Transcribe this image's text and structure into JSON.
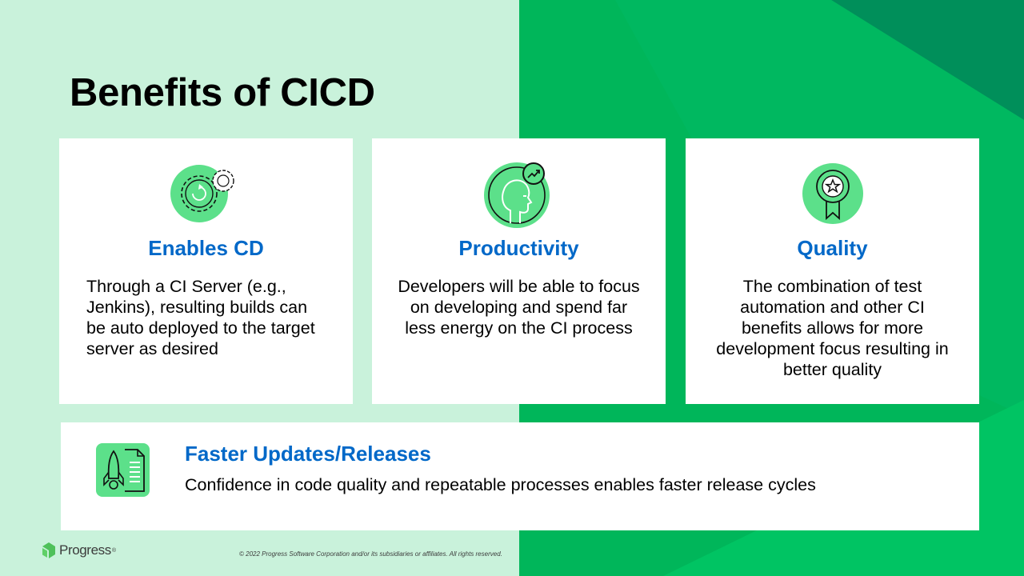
{
  "slide": {
    "title": "Benefits of CICD"
  },
  "cards": [
    {
      "icon": "gears-cycle-icon",
      "heading": "Enables CD",
      "text": "Through a CI Server (e.g., Jenkins), resulting builds can be auto deployed to the target server as desired"
    },
    {
      "icon": "head-growth-icon",
      "heading": "Productivity",
      "text": "Developers will be able to focus on developing and spend far less energy on the CI process"
    },
    {
      "icon": "award-ribbon-icon",
      "heading": "Quality",
      "text": "The combination of test automation and other CI benefits allows for more development focus resulting in better quality"
    }
  ],
  "wide_card": {
    "icon": "rocket-document-icon",
    "heading": "Faster Updates/Releases",
    "text": "Confidence in code quality and repeatable processes enables faster release cycles"
  },
  "footer": {
    "logo_text": "Progress",
    "logo_mark": "®",
    "copyright": "© 2022 Progress Software Corporation and/or its subsidiaries or affiliates. All rights reserved."
  },
  "colors": {
    "heading_blue": "#0068c8",
    "left_background": "#c9f2db",
    "right_background": "#00b65a",
    "icon_green": "#5ce08a"
  }
}
